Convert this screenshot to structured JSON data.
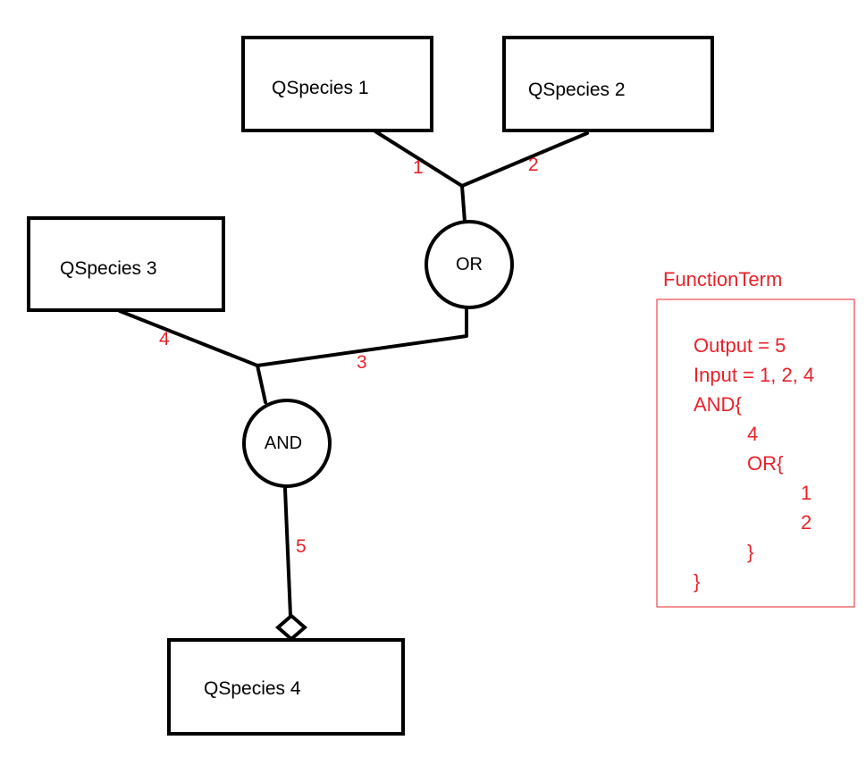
{
  "species": [
    {
      "id": "qs1",
      "label": "QSpecies 1"
    },
    {
      "id": "qs2",
      "label": "QSpecies 2"
    },
    {
      "id": "qs3",
      "label": "QSpecies 3"
    },
    {
      "id": "qs4",
      "label": "QSpecies 4"
    }
  ],
  "gates": [
    {
      "id": "or",
      "label": "OR"
    },
    {
      "id": "and",
      "label": "AND"
    }
  ],
  "edge_labels": [
    "1",
    "2",
    "3",
    "4",
    "5"
  ],
  "function_term": {
    "title": "FunctionTerm",
    "lines": [
      "Output = 5",
      "Input = 1, 2, 4",
      "AND{",
      "4",
      "OR{",
      "1",
      "2",
      "}",
      "}"
    ]
  },
  "colors": {
    "annotation": "#e8222a",
    "stroke": "#000000"
  }
}
